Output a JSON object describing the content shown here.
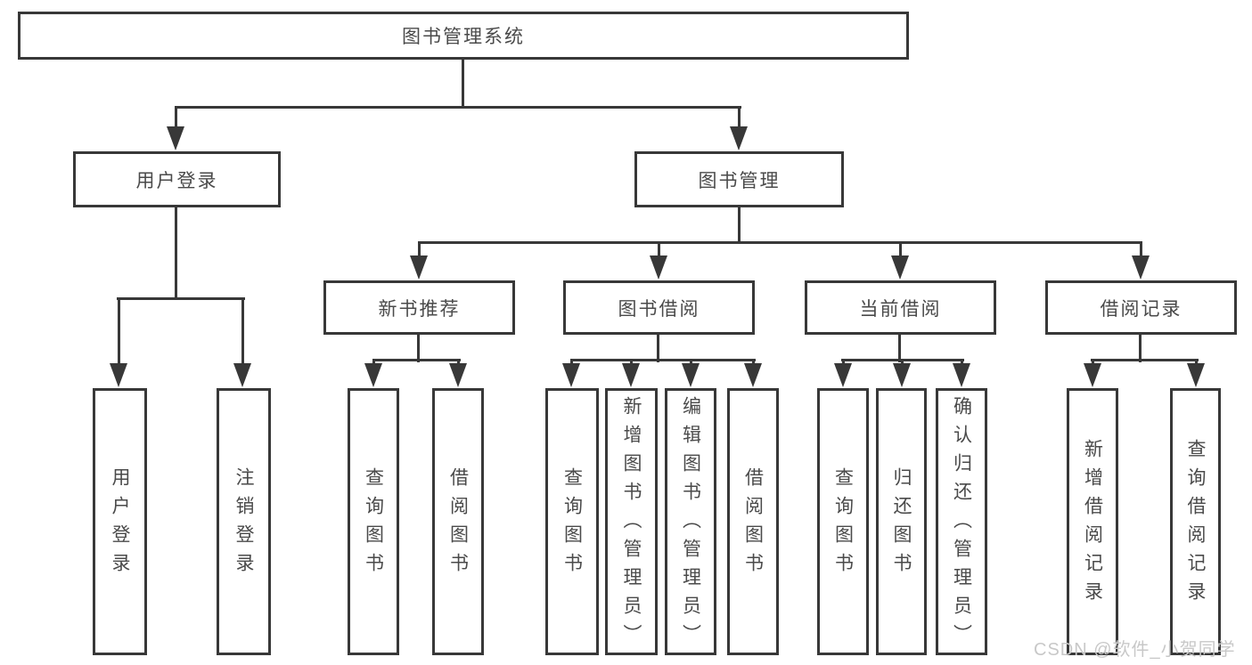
{
  "diagram_title": "图书管理系统",
  "nodes": [
    {
      "id": "root",
      "label": "图书管理系统",
      "parent": null,
      "orientation": "horizontal"
    },
    {
      "id": "user-login",
      "label": "用户登录",
      "parent": "root",
      "orientation": "horizontal"
    },
    {
      "id": "book-management",
      "label": "图书管理",
      "parent": "root",
      "orientation": "horizontal"
    },
    {
      "id": "new-book-recommend",
      "label": "新书推荐",
      "parent": "book-management",
      "orientation": "horizontal"
    },
    {
      "id": "book-borrowing",
      "label": "图书借阅",
      "parent": "book-management",
      "orientation": "horizontal"
    },
    {
      "id": "current-borrowing",
      "label": "当前借阅",
      "parent": "book-management",
      "orientation": "horizontal"
    },
    {
      "id": "borrowing-records",
      "label": "借阅记录",
      "parent": "book-management",
      "orientation": "horizontal"
    },
    {
      "id": "leaf-user-login",
      "label": "用户登录",
      "parent": "user-login",
      "orientation": "vertical"
    },
    {
      "id": "leaf-logout",
      "label": "注销登录",
      "parent": "user-login",
      "orientation": "vertical"
    },
    {
      "id": "leaf-query-books-1",
      "label": "查询图书",
      "parent": "new-book-recommend",
      "orientation": "vertical"
    },
    {
      "id": "leaf-borrow-books-1",
      "label": "借阅图书",
      "parent": "new-book-recommend",
      "orientation": "vertical"
    },
    {
      "id": "leaf-query-books-2",
      "label": "查询图书",
      "parent": "book-borrowing",
      "orientation": "vertical"
    },
    {
      "id": "leaf-add-book-admin",
      "label": "新增图书（管理员）",
      "parent": "book-borrowing",
      "orientation": "vertical"
    },
    {
      "id": "leaf-edit-book-admin",
      "label": "编辑图书（管理员）",
      "parent": "book-borrowing",
      "orientation": "vertical"
    },
    {
      "id": "leaf-borrow-books-2",
      "label": "借阅图书",
      "parent": "book-borrowing",
      "orientation": "vertical"
    },
    {
      "id": "leaf-query-books-3",
      "label": "查询图书",
      "parent": "current-borrowing",
      "orientation": "vertical"
    },
    {
      "id": "leaf-return-books",
      "label": "归还图书",
      "parent": "current-borrowing",
      "orientation": "vertical"
    },
    {
      "id": "leaf-confirm-return",
      "label": "确认归还（管理员）",
      "parent": "current-borrowing",
      "orientation": "vertical"
    },
    {
      "id": "leaf-add-record",
      "label": "新增借阅记录",
      "parent": "borrowing-records",
      "orientation": "vertical"
    },
    {
      "id": "leaf-query-record",
      "label": "查询借阅记录",
      "parent": "borrowing-records",
      "orientation": "vertical"
    }
  ],
  "watermark": "CSDN @软件_小贺同学",
  "colors": {
    "line": "#383838",
    "text": "#4a4a4a",
    "watermark": "#c8c8c8",
    "background": "#ffffff"
  }
}
